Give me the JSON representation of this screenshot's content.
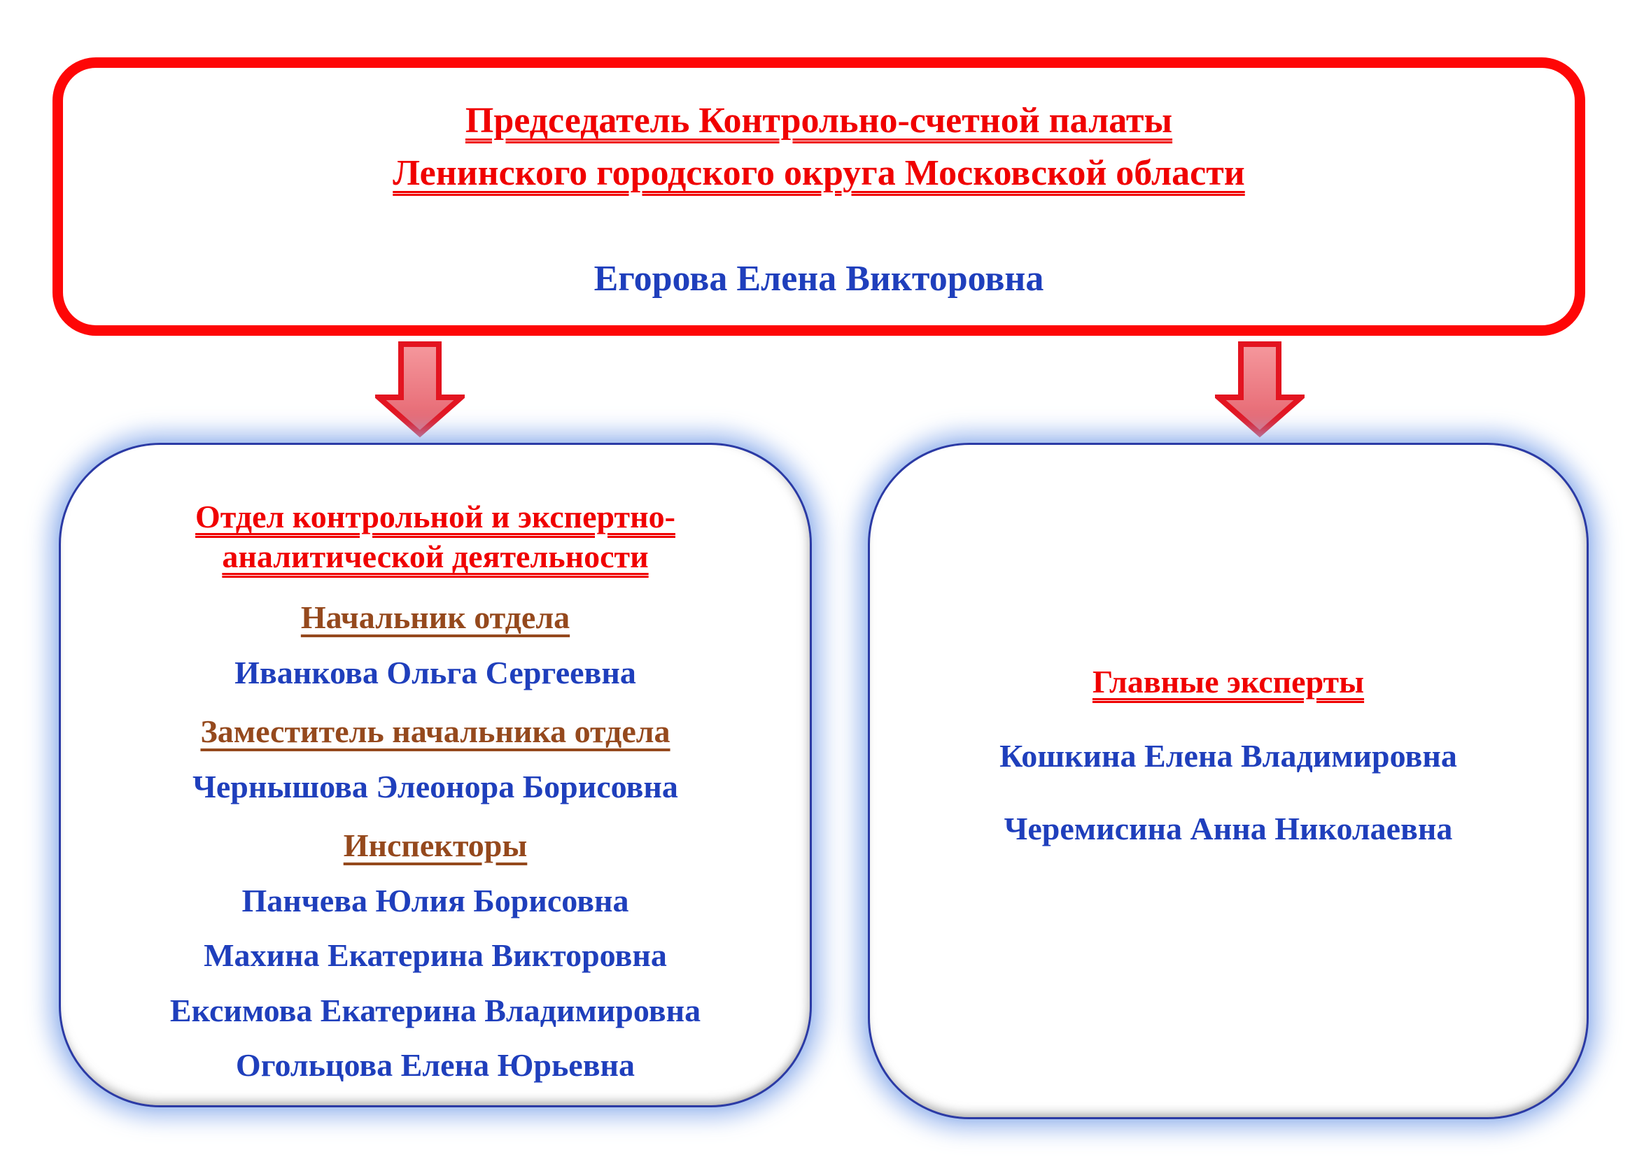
{
  "header": {
    "title_line1": "Председатель Контрольно-счетной палаты",
    "title_line2": "Ленинского городского округа Московской области",
    "chairman_name": "Егорова Елена Викторовна"
  },
  "left_box": {
    "heading_line1": "Отдел контрольной и экспертно-",
    "heading_line2": "аналитической деятельности",
    "head_title": "Начальник отдела",
    "head_name": "Иванкова Ольга Сергеевна",
    "deputy_title": "Заместитель начальника отдела",
    "deputy_name": "Чернышова Элеонора Борисовна",
    "inspectors_title": "Инспекторы",
    "inspectors": [
      "Панчева Юлия Борисовна",
      "Махина Екатерина Викторовна",
      "Ексимова Екатерина Владимировна",
      "Огольцова Елена Юрьевна"
    ]
  },
  "right_box": {
    "heading": "Главные эксперты",
    "experts": [
      "Кошкина Елена Владимировна",
      "Черемисина Анна Николаевна"
    ]
  },
  "colors": {
    "red_text": "#f00000",
    "red_border": "#fe0606",
    "blue_text": "#1f3fbc",
    "brown_text": "#95491d",
    "box_border_blue": "#2b3aa5",
    "box_glow_blue": "#9fbcec",
    "arrow_border": "#e31420",
    "arrow_fill_top": "#f5989d",
    "arrow_fill_bottom": "#e4616c"
  }
}
